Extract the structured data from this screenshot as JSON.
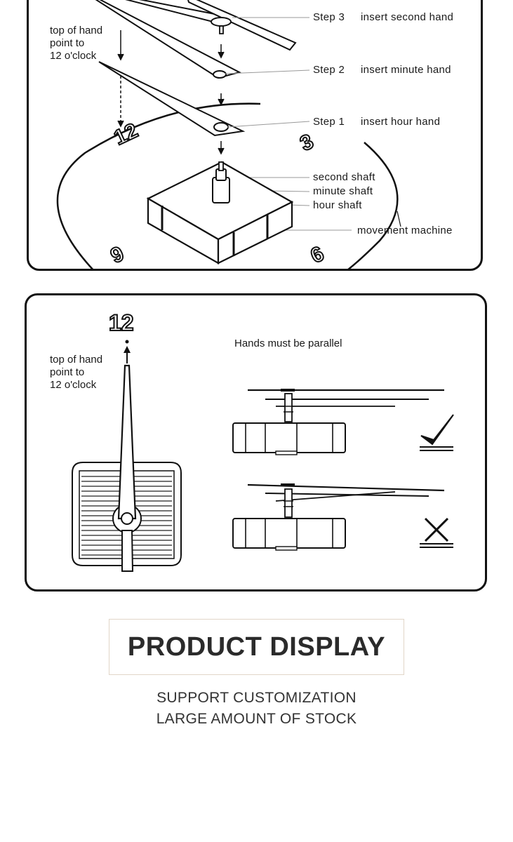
{
  "top_diagram": {
    "top_of_hand_note": [
      "top of hand",
      "point to",
      "12 o'clock"
    ],
    "steps": [
      {
        "step": "Step 3",
        "text": "insert second hand"
      },
      {
        "step": "Step 2",
        "text": "insert minute hand"
      },
      {
        "step": "Step 1",
        "text": "insert hour hand"
      }
    ],
    "shaft_labels": [
      "second shaft",
      "minute shaft",
      "hour shaft"
    ],
    "movement_label": "movement  machine",
    "dial_numerals": [
      "12",
      "3",
      "9",
      "6"
    ]
  },
  "bottom_diagram": {
    "dial_numeral": "12",
    "top_of_hand_note": [
      "top of hand",
      "point to",
      "12 o'clock"
    ],
    "parallel_note": "Hands must be parallel",
    "correct_mark": "check-mark-icon",
    "wrong_mark": "cross-mark-icon"
  },
  "product_display": {
    "title": "PRODUCT DISPLAY",
    "lines": [
      "SUPPORT CUSTOMIZATION",
      "LARGE AMOUNT OF STOCK"
    ],
    "border_color": "#e2d6c8"
  }
}
